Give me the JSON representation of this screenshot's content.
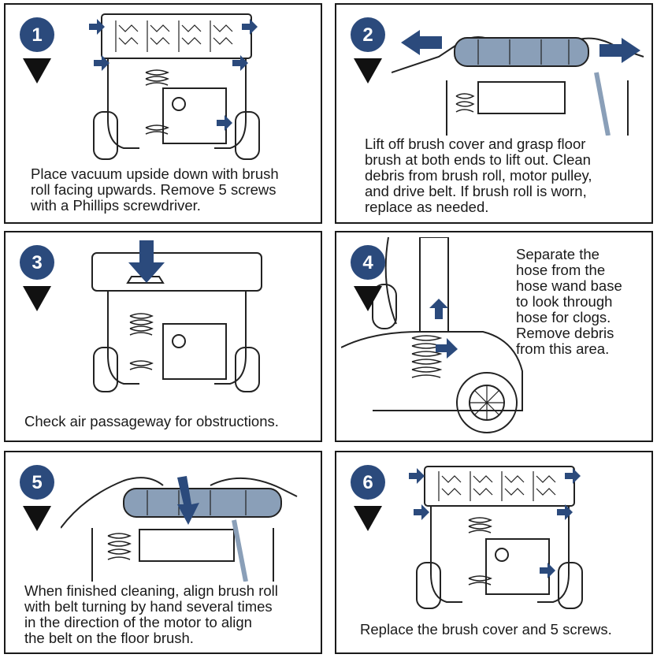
{
  "accent_color": "#2b4a7c",
  "steps": [
    {
      "number": "1",
      "text": [
        "Place vacuum upside down with brush",
        "roll facing upwards. Remove 5 screws",
        "with a Phillips screwdriver."
      ]
    },
    {
      "number": "2",
      "text": [
        "Lift off brush cover and grasp floor",
        "brush at both ends to lift out. Clean",
        "debris from brush roll, motor pulley,",
        "and drive belt. If brush roll is worn,",
        "replace as needed."
      ]
    },
    {
      "number": "3",
      "text": [
        "Check air passageway for obstructions."
      ]
    },
    {
      "number": "4",
      "text": [
        "Separate the",
        "hose from the",
        "hose wand base",
        "to look through",
        "hose for clogs.",
        "Remove debris",
        "from this area."
      ]
    },
    {
      "number": "5",
      "text": [
        "When finished cleaning, align brush roll",
        "with belt turning by hand several times",
        "in the direction of the motor to align",
        "the belt on the floor brush."
      ]
    },
    {
      "number": "6",
      "text": [
        "Replace the brush cover and 5 screws."
      ]
    }
  ]
}
